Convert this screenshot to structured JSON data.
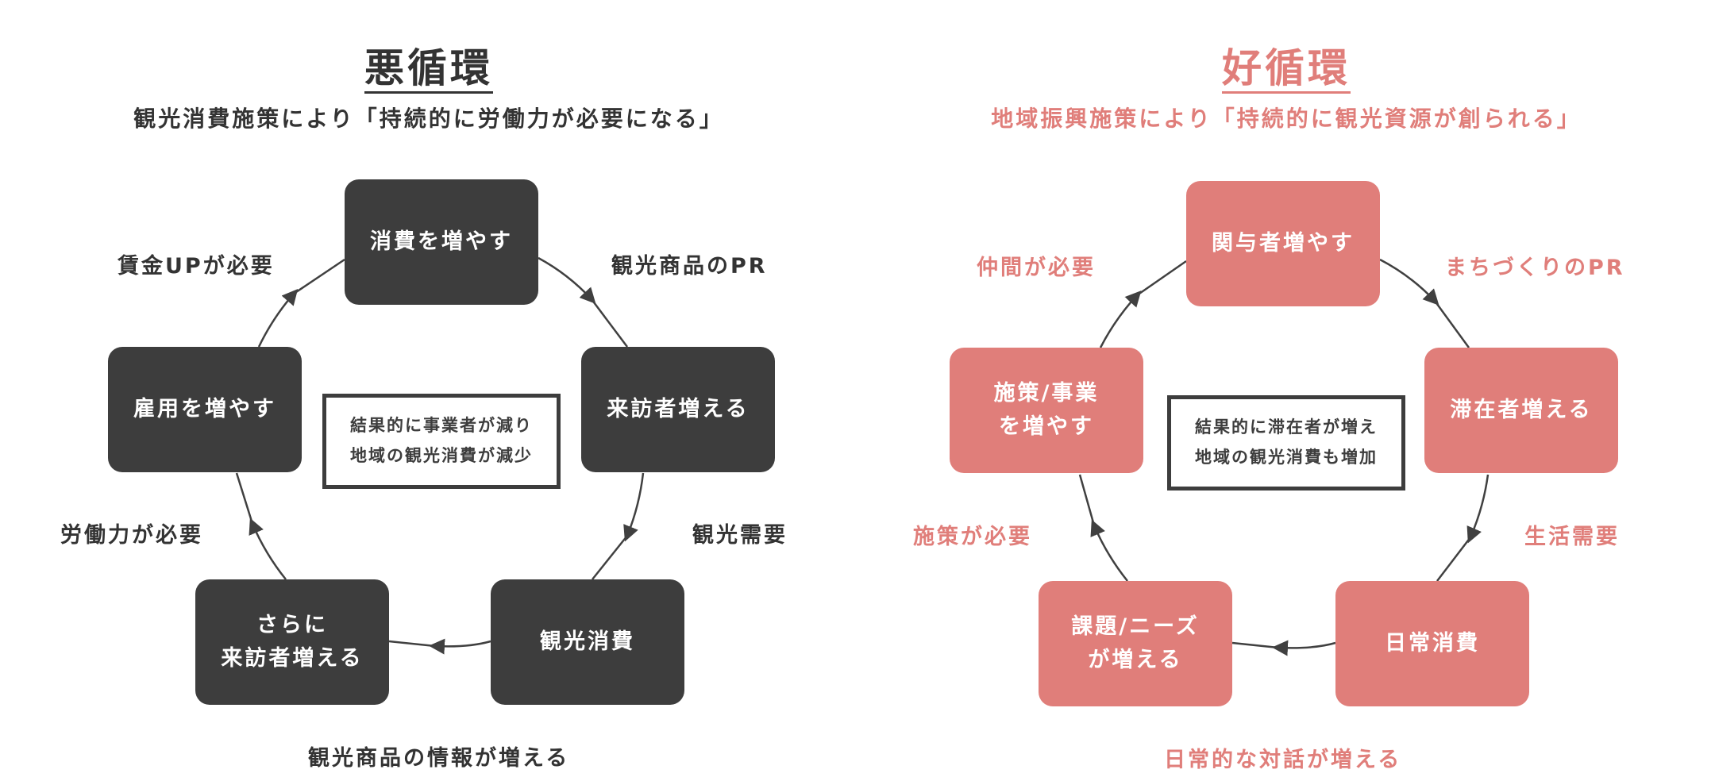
{
  "colors": {
    "vicious_node": "#3d3d3d",
    "vicious_text": "#333333",
    "virtuous_accent": "#e07e7a",
    "arrow": "#404040"
  },
  "vicious": {
    "title": "悪循環",
    "subtitle": "観光消費施策により「持続的に労働力が必要になる」",
    "nodes": {
      "top": "消費を増やす",
      "right": "来訪者増える",
      "bottom_right": "観光消費",
      "bottom_left": "さらに\n来訪者増える",
      "left": "雇用を増やす"
    },
    "edge_labels": {
      "top_right": "観光商品のPR",
      "right_lower": "観光需要",
      "bottom": "観光商品の情報が増える",
      "left_lower": "労働力が必要",
      "top_left": "賃金UPが必要"
    },
    "center": "結果的に事業者が減り\n地域の観光消費が減少"
  },
  "virtuous": {
    "title": "好循環",
    "subtitle": "地域振興施策により「持続的に観光資源が創られる」",
    "nodes": {
      "top": "関与者増やす",
      "right": "滞在者増える",
      "bottom_right": "日常消費",
      "bottom_left": "課題/ニーズ\nが増える",
      "left": "施策/事業\nを増やす"
    },
    "edge_labels": {
      "top_right": "まちづくりのPR",
      "right_lower": "生活需要",
      "bottom": "日常的な対話が増える",
      "left_lower": "施策が必要",
      "top_left": "仲間が必要"
    },
    "center": "結果的に滞在者が増え\n地域の観光消費も増加"
  }
}
